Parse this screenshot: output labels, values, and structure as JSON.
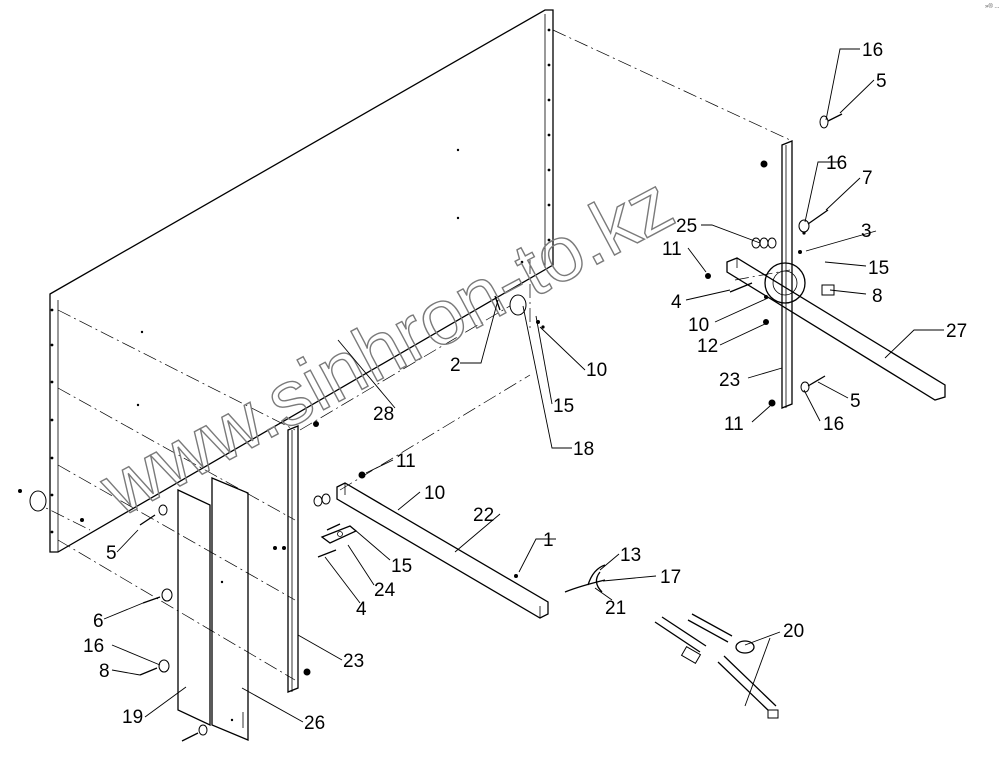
{
  "diagram": {
    "callouts": [
      "16",
      "5",
      "16",
      "7",
      "25",
      "3",
      "11",
      "15",
      "8",
      "4",
      "10",
      "12",
      "27",
      "23",
      "5",
      "11",
      "16",
      "2",
      "10",
      "28",
      "15",
      "18",
      "11",
      "10",
      "22",
      "1",
      "13",
      "17",
      "21",
      "5",
      "15",
      "24",
      "4",
      "6",
      "16",
      "8",
      "19",
      "26",
      "23",
      "20"
    ],
    "watermark": "www.sinhron-to.kz",
    "corner_mark": "»® ..."
  }
}
